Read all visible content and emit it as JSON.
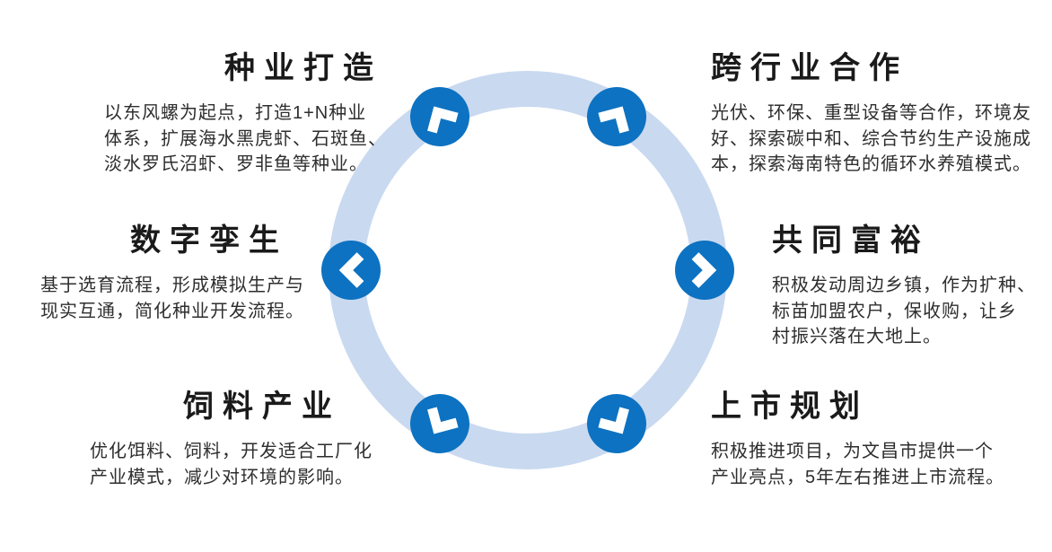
{
  "page": {
    "background": "#ffffff"
  },
  "diagram": {
    "ring_color": "#c9d9f0",
    "node_color": "#0d72c1",
    "arrow_color": "#ffffff",
    "nodes": [
      {
        "position": "top-left",
        "icon": "chevron-up-left"
      },
      {
        "position": "top-right",
        "icon": "chevron-up-right"
      },
      {
        "position": "right",
        "icon": "chevron-right"
      },
      {
        "position": "bottom-right",
        "icon": "chevron-down-right"
      },
      {
        "position": "bottom-left",
        "icon": "chevron-down-left"
      },
      {
        "position": "left",
        "icon": "chevron-left"
      }
    ]
  },
  "sections": [
    {
      "id": "seed-industry",
      "title": "种业打造",
      "lines": [
        "以东风螺为起点，打造1+N种业",
        "体系，扩展海水黑虎虾、石斑鱼、",
        "淡水罗氏沼虾、罗非鱼等种业。"
      ]
    },
    {
      "id": "cross-industry-cooperation",
      "title": "跨行业合作",
      "lines": [
        "光伏、环保、重型设备等合作，环境友",
        "好、探索碳中和、综合节约生产设施成",
        "本，探索海南特色的循环水养殖模式。"
      ]
    },
    {
      "id": "digital-twin",
      "title": "数字孪生",
      "lines": [
        "基于选育流程，形成模拟生产与",
        "现实互通，简化种业开发流程。"
      ]
    },
    {
      "id": "common-prosperity",
      "title": "共同富裕",
      "lines": [
        "积极发动周边乡镇，作为扩种、",
        "标苗加盟农户，保收购，让乡",
        "村振兴落在大地上。"
      ]
    },
    {
      "id": "feed-industry",
      "title": "饲料产业",
      "lines": [
        "优化饵料、饲料，开发适合工厂化",
        "产业模式，减少对环境的影响。"
      ]
    },
    {
      "id": "ipo-plan",
      "title": "上市规划",
      "lines": [
        "积极推进项目，为文昌市提供一个",
        "产业亮点，5年左右推进上市流程。"
      ]
    }
  ]
}
